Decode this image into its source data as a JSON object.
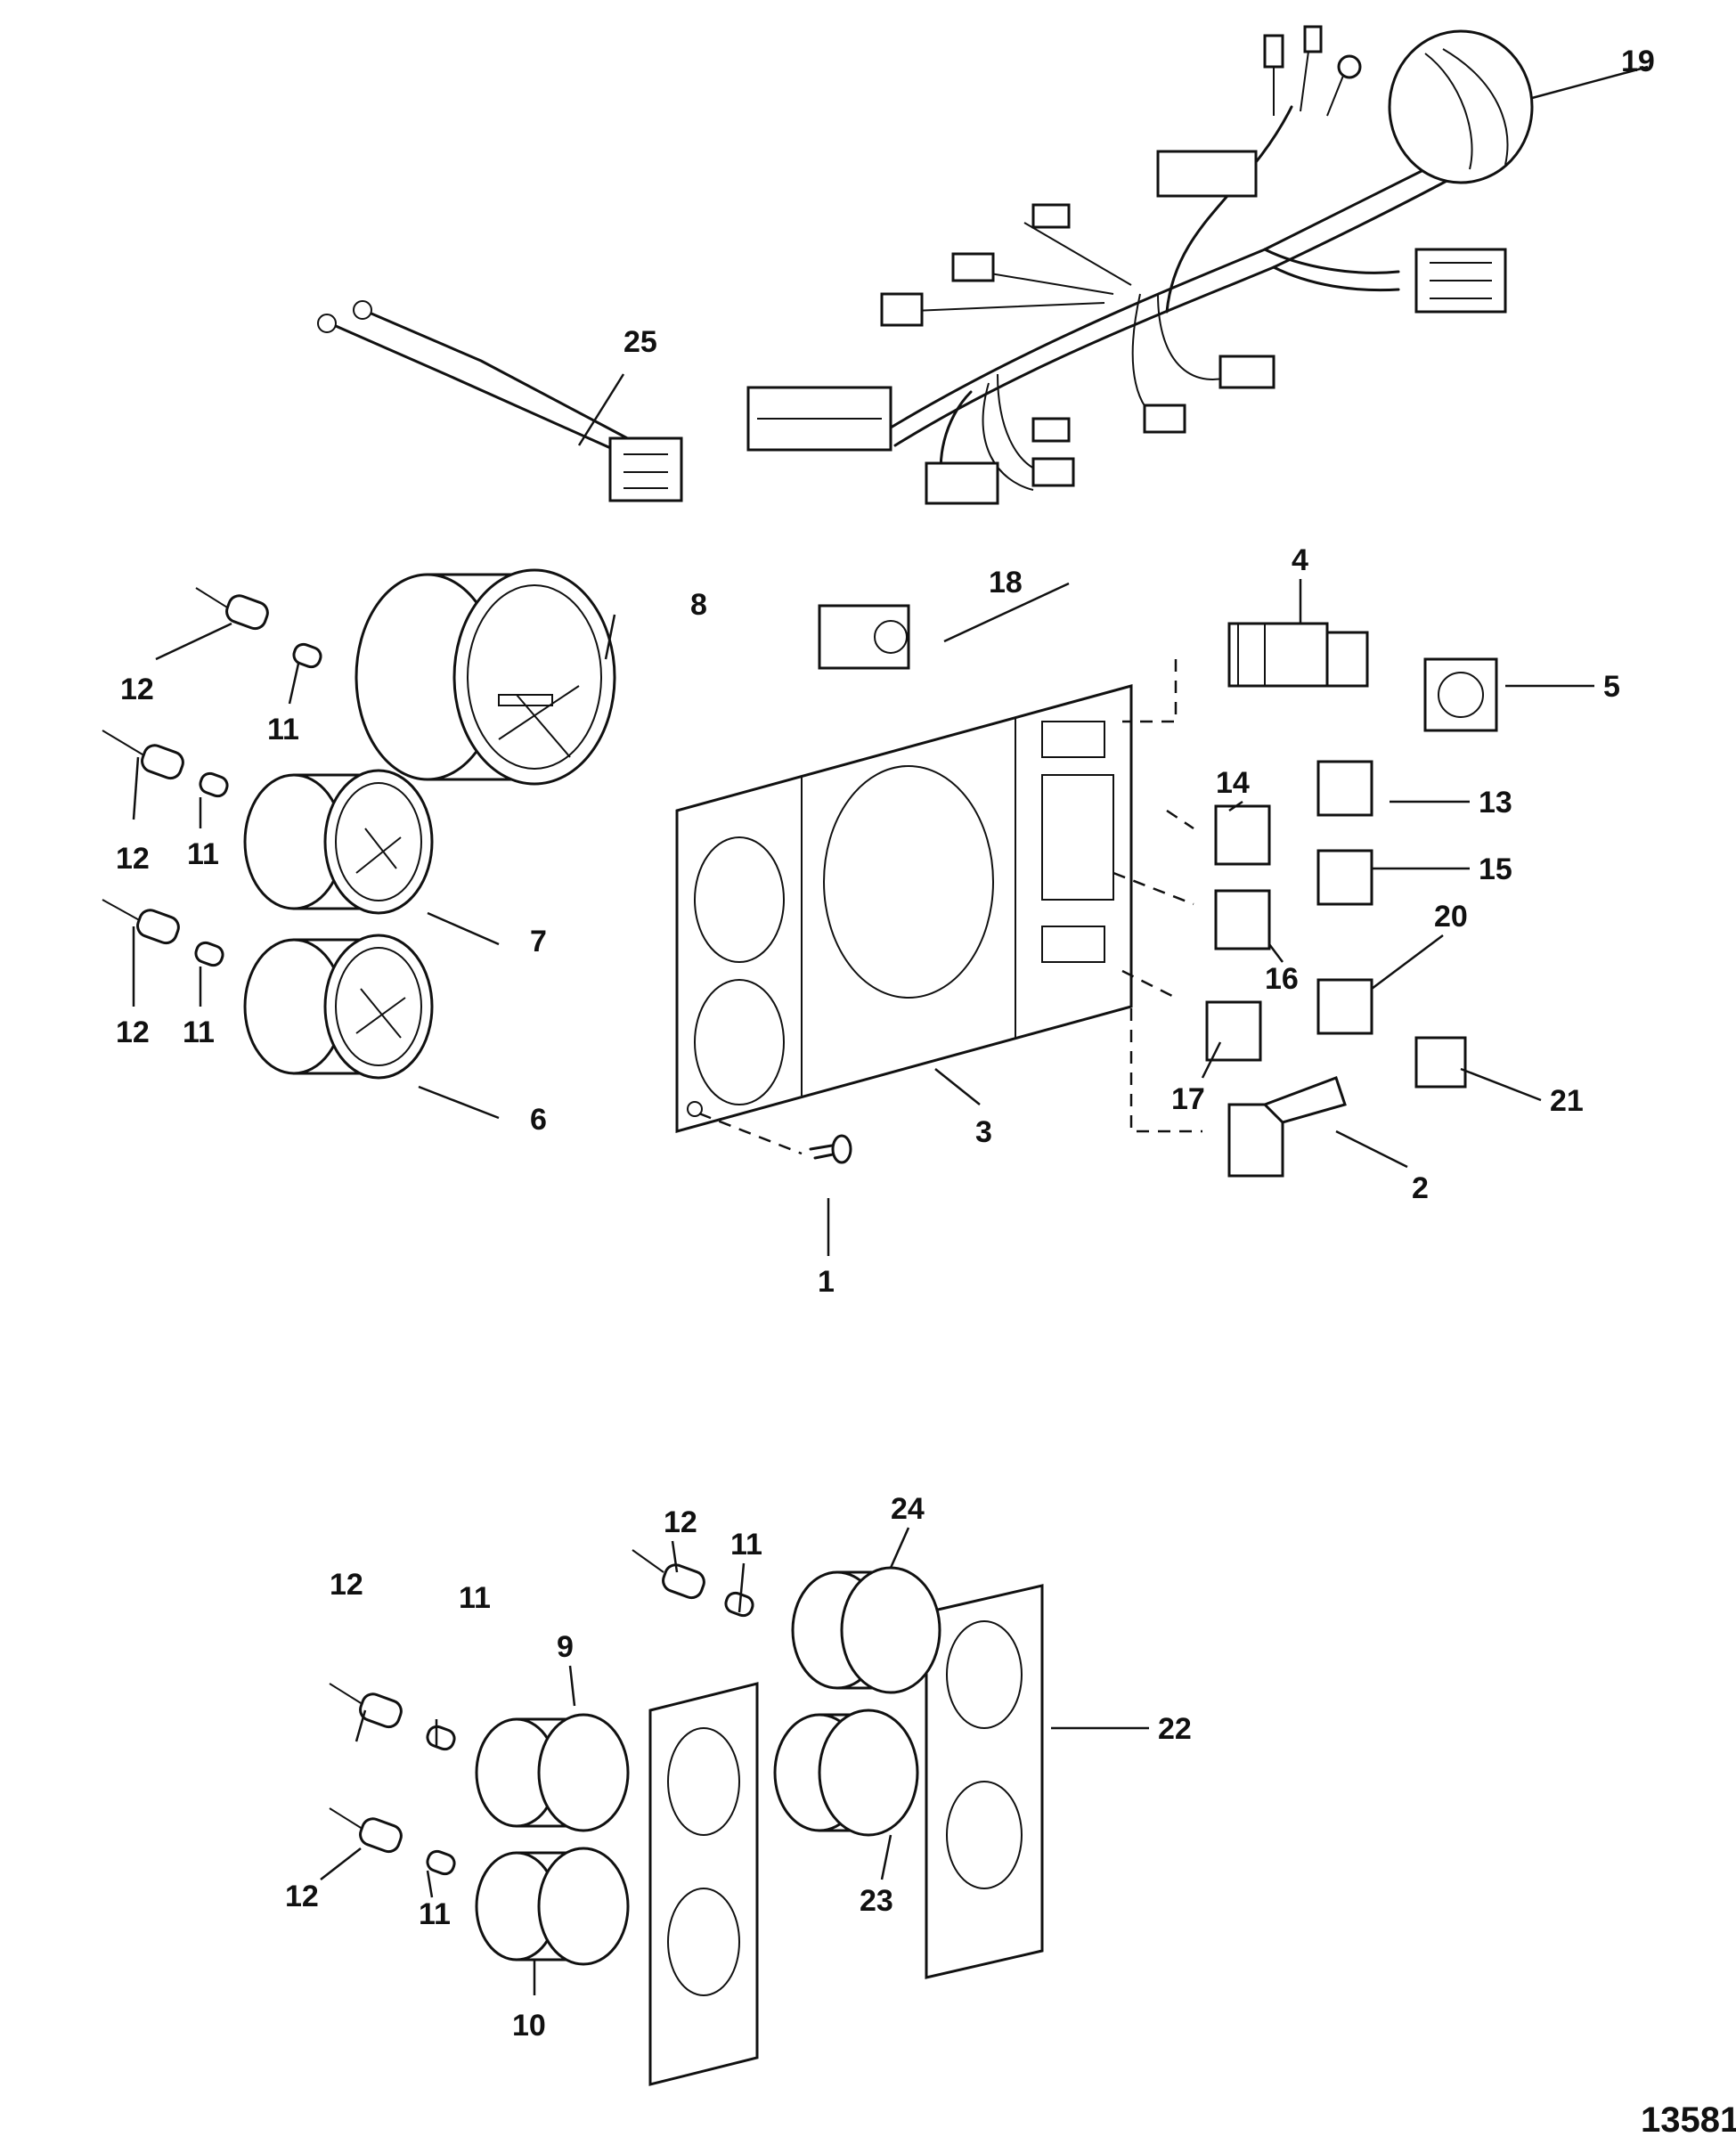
{
  "figure_id": "13581",
  "callouts": {
    "c1": "1",
    "c2": "2",
    "c3": "3",
    "c4": "4",
    "c5": "5",
    "c6": "6",
    "c7": "7",
    "c8": "8",
    "c9": "9",
    "c10": "10",
    "c11": "11",
    "c12": "12",
    "c13": "13",
    "c14": "14",
    "c15": "15",
    "c16": "16",
    "c17": "17",
    "c18": "18",
    "c19": "19",
    "c20": "20",
    "c21": "21",
    "c22": "22",
    "c23": "23",
    "c24": "24",
    "c25": "25"
  }
}
